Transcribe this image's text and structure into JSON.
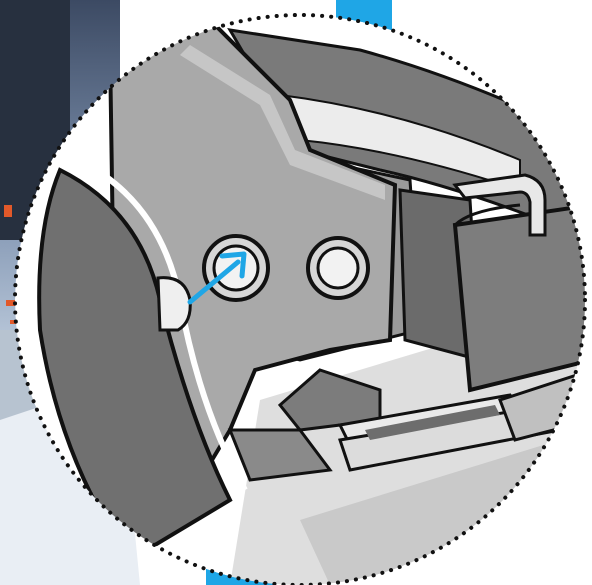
{
  "illustration": {
    "subject": "snowboard-binding-rear-highback-adjustment",
    "highlighted_part": "rear-adjustment-button",
    "pointer": "blue-arrow"
  },
  "colors": {
    "accent_blue": "#1fa6e6",
    "frame_gray": "#a6a6a6",
    "frame_dark": "#6e6e6e",
    "strap_gray": "#7f7f7f",
    "outline": "#111111",
    "light": "#ececec",
    "photo_bg_dark": "#2c3546",
    "photo_bg_light": "#c7d6e8"
  },
  "icons": {
    "pointer_icon": "arrow-up-right-icon",
    "dotted_border": "dotted-circle-frame"
  }
}
